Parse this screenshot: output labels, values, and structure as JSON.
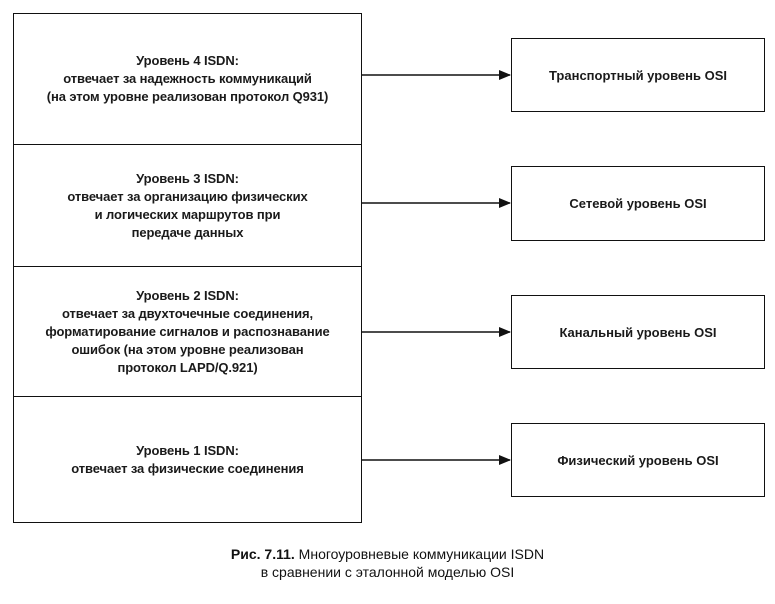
{
  "isdn_layers": [
    {
      "id": "l4",
      "lines": [
        "Уровень 4 ISDN:",
        "отвечает за надежность коммуникаций",
        "(на этом уровне реализован протокол Q931)"
      ]
    },
    {
      "id": "l3",
      "lines": [
        "Уровень 3 ISDN:",
        "отвечает за организацию физических",
        "и логических маршрутов при",
        "передаче данных"
      ]
    },
    {
      "id": "l2",
      "lines": [
        "Уровень 2 ISDN:",
        "отвечает за двухточечные соединения,",
        "форматирование сигналов и распознавание",
        "ошибок (на этом уровне реализован",
        "протокол LAPD/Q.921)"
      ]
    },
    {
      "id": "l1",
      "lines": [
        "Уровень 1 ISDN:",
        "отвечает за физические соединения"
      ]
    }
  ],
  "osi_layers": [
    "Транспортный уровень OSI",
    "Сетевой уровень OSI",
    "Канальный уровень OSI",
    "Физический уровень OSI"
  ],
  "caption": {
    "figure_number": "Рис. 7.11.",
    "line1_text": " Многоуровневые коммуникации ISDN",
    "line2_text": "в сравнении с эталонной моделью OSI"
  }
}
